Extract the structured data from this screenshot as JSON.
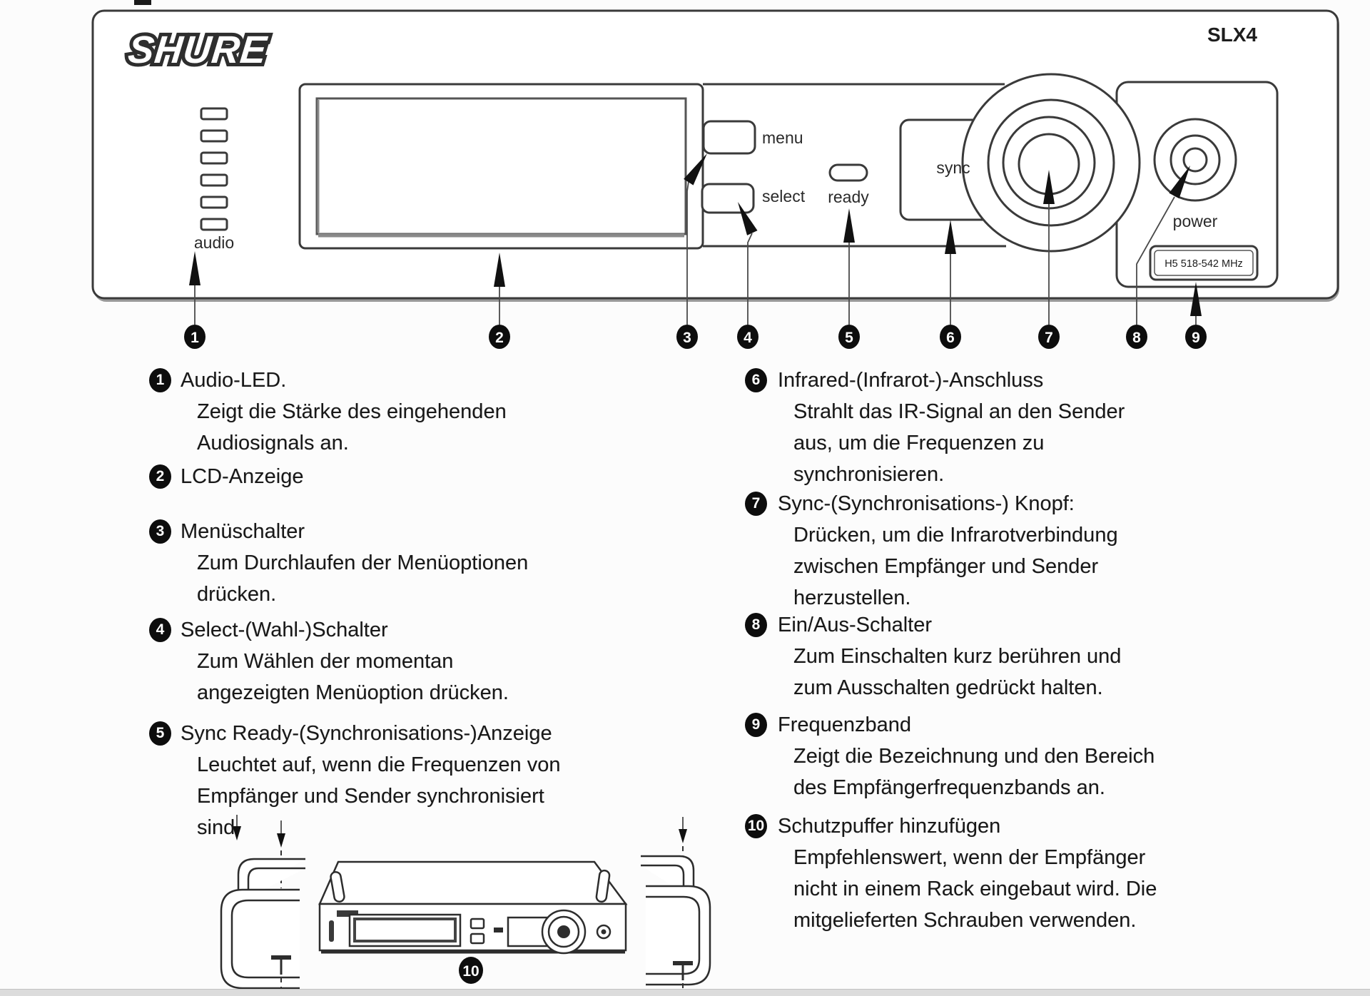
{
  "device_panel": {
    "brand_logo": "SHURE",
    "model": "SLX4",
    "audio_label": "audio",
    "menu_label": "menu",
    "select_label": "select",
    "ready_label": "ready",
    "sync_label": "sync",
    "power_label": "power",
    "band_label": "H5 518-542 MHz"
  },
  "colors": {
    "line_art": "#3a3a3a",
    "background": "#fcfcfc"
  },
  "diagram_callouts": [
    "1",
    "2",
    "3",
    "4",
    "5",
    "6",
    "7",
    "8",
    "9"
  ],
  "bottom_callout": "10",
  "legend": {
    "left": [
      {
        "num": "1",
        "title": "Audio-LED.",
        "desc": [
          "Zeigt die Stärke des eingehenden",
          "Audiosignals an."
        ]
      },
      {
        "num": "2",
        "title": "LCD-Anzeige",
        "desc": []
      },
      {
        "num": "3",
        "title": "Menüschalter",
        "desc": [
          "Zum Durchlaufen der Menüoptionen",
          "drücken."
        ]
      },
      {
        "num": "4",
        "title": "Select-(Wahl-)Schalter",
        "desc": [
          "Zum Wählen der momentan",
          "angezeigten Menüoption drücken."
        ]
      },
      {
        "num": "5",
        "title": "Sync Ready-(Synchronisations-)Anzeige",
        "desc": [
          "Leuchtet auf, wenn die Frequenzen von",
          "Empfänger und Sender synchronisiert",
          "sind"
        ]
      }
    ],
    "right": [
      {
        "num": "6",
        "title": "Infrared-(Infrarot-)-Anschluss",
        "desc": [
          "Strahlt das IR-Signal an den Sender",
          "aus, um die Frequenzen zu",
          "synchronisieren."
        ]
      },
      {
        "num": "7",
        "title": "Sync-(Synchronisations-) Knopf:",
        "desc": [
          "Drücken, um die Infrarotverbindung",
          "zwischen Empfänger und Sender",
          "herzustellen."
        ]
      },
      {
        "num": "8",
        "title": "Ein/Aus-Schalter",
        "desc": [
          "Zum Einschalten kurz berühren und",
          "zum Ausschalten gedrückt halten."
        ]
      },
      {
        "num": "9",
        "title": "Frequenzband",
        "desc": [
          "Zeigt die Bezeichnung und den Bereich",
          "des Empfängerfrequenzbands an."
        ]
      },
      {
        "num": "10",
        "title": "Schutzpuffer hinzufügen",
        "desc": [
          "Empfehlenswert, wenn der Empfänger",
          "nicht in einem Rack eingebaut wird. Die",
          "mitgelieferten Schrauben verwenden."
        ]
      }
    ]
  }
}
